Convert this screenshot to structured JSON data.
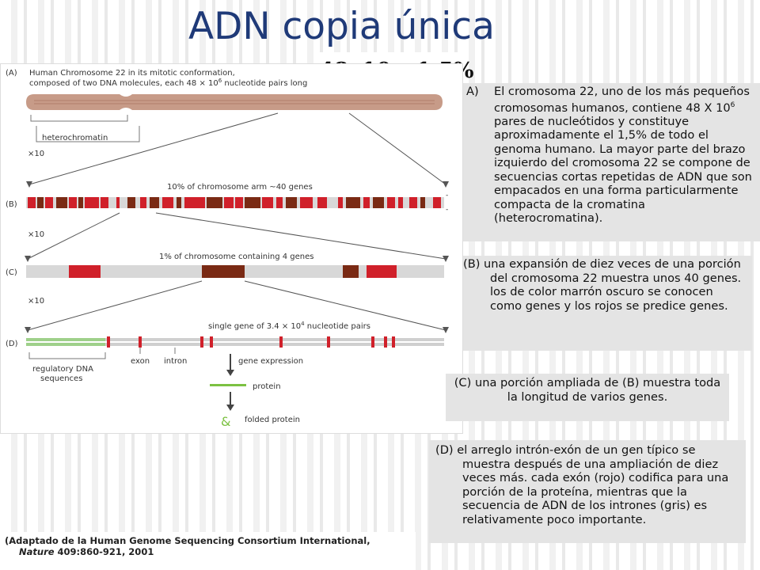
{
  "title": "ADN copia única",
  "formula": {
    "base": "48x10",
    "exp": "6",
    "rest": "=1,5%"
  },
  "figure": {
    "panel_a_label": "(A)",
    "panel_b_label": "(B)",
    "panel_c_label": "(C)",
    "panel_d_label": "(D)",
    "caption_a1": "Human Chromosome 22 in its mitotic conformation,",
    "caption_a2_pre": "composed of two DNA molecules, each 48 × 10",
    "caption_a2_exp": "6",
    "caption_a2_post": " nucleotide pairs long",
    "heterochromatin": "heterochromatin",
    "x10_a": "×10",
    "x10_b": "×10",
    "x10_c": "×10",
    "caption_b": "10% of chromosome arm ~40 genes",
    "caption_c": "1% of chromosome containing 4 genes",
    "caption_d_pre": "single gene of 3.4 × 10",
    "caption_d_exp": "4",
    "caption_d_post": " nucleotide pairs",
    "regulatory_1": "regulatory DNA",
    "regulatory_2": "sequences",
    "exon": "exon",
    "intron": "intron",
    "gene_expression": "gene expression",
    "protein": "protein",
    "folded_protein": "folded protein",
    "colors": {
      "chromosome": "#c79b88",
      "dark_gene": "#7a2a14",
      "red_gene": "#d0202a",
      "gray": "#d8d8d8",
      "protein": "#7cc142"
    }
  },
  "panels": {
    "a_label": "A)",
    "a_pre": "El cromosoma 22, uno de los más pequeños cromosomas humanos, contiene 48 X 10",
    "a_exp": "6",
    "a_post": " pares de nucleótidos y constituye aproximadamente el 1,5% de todo el genoma humano. La mayor parte del brazo izquierdo del cromosoma 22 se compone de secuencias cortas repetidas de ADN que son empacados en una forma particularmente compacta de la cromatina (heterocromatina).",
    "b": "(B) una expansión de diez veces de una porción del cromosoma 22 muestra unos 40 genes. los de color marrón oscuro se conocen como genes y los rojos se predice genes.",
    "c": "(C) una porción ampliada de (B) muestra toda la longitud de varios genes.",
    "d": "(D) el arreglo intrón-exón de un gen típico se muestra después de una ampliación de diez veces más. cada exón (rojo) codifica para una porción de la proteína, mientras que la secuencia de ADN de los intrones (gris) es relativamente poco importante."
  },
  "citation": {
    "line1": "(Adaptado de la Human Genome Sequencing Consortium International,",
    "journal": "Nature",
    "line2_rest": " 409:860-921, 2001"
  }
}
